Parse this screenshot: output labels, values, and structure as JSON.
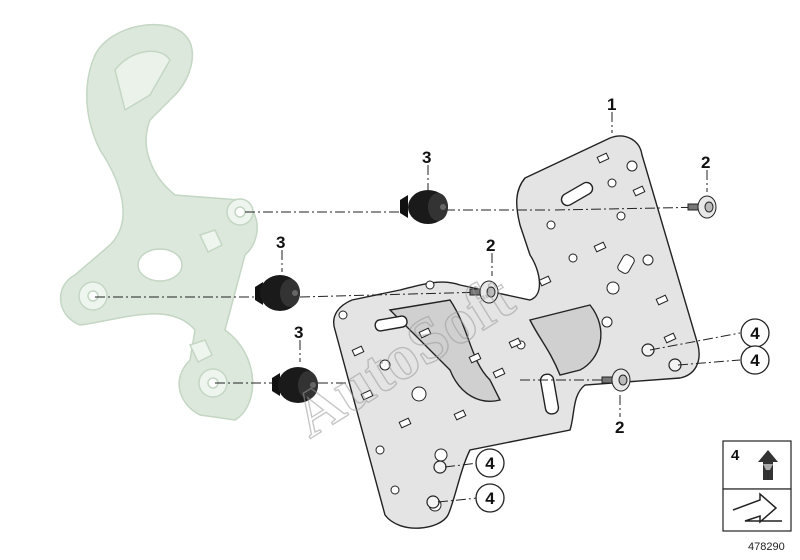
{
  "watermark": "AutoSoft",
  "document_number": "478290",
  "callouts": {
    "c1": "1",
    "c2a": "2",
    "c2b": "2",
    "c2c": "2",
    "c3a": "3",
    "c3b": "3",
    "c3c": "3",
    "c4a": "4",
    "c4b": "4",
    "c4c": "4",
    "c4d": "4"
  },
  "legend": {
    "item_number": "4"
  },
  "colors": {
    "bracket": "#d7e6d7",
    "plate": "#e6e6e6",
    "nut": "#1a1a1a",
    "outline": "#222222"
  }
}
